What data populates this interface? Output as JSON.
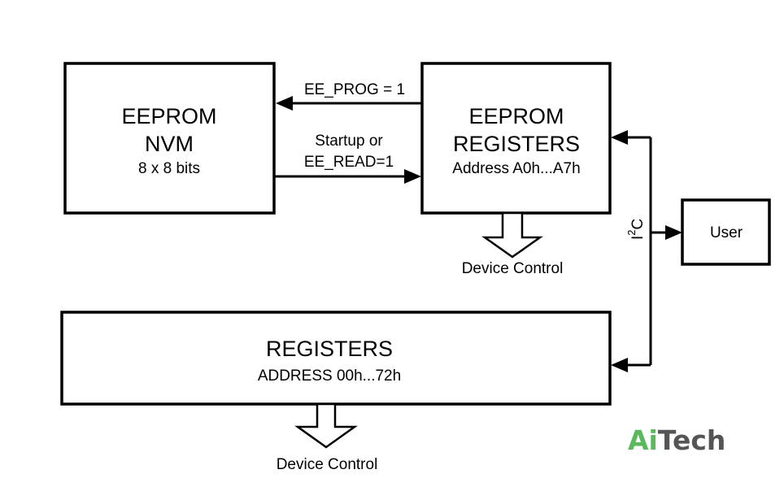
{
  "eeprom_nvm": {
    "line1": "EEPROM",
    "line2": "NVM",
    "line3": "8 x 8 bits"
  },
  "eeprom_registers": {
    "line1": "EEPROM",
    "line2": "REGISTERS",
    "line3": "Address A0h...A7h"
  },
  "registers": {
    "line1": "REGISTERS",
    "line2": "ADDRESS 00h...72h"
  },
  "user": {
    "label": "User"
  },
  "arrows": {
    "prog_label": "EE_PROG = 1",
    "read_label_1": "Startup or",
    "read_label_2": "EE_READ=1",
    "i2c_label_i": "I",
    "i2c_label_sup": "2",
    "i2c_label_c": "C"
  },
  "outputs": {
    "device_control_top": "Device Control",
    "device_control_bottom": "Device Control"
  },
  "logo": {
    "part1": "Ai",
    "part2": "Tech",
    "color1": "#5cb85c",
    "color2": "#555555"
  }
}
